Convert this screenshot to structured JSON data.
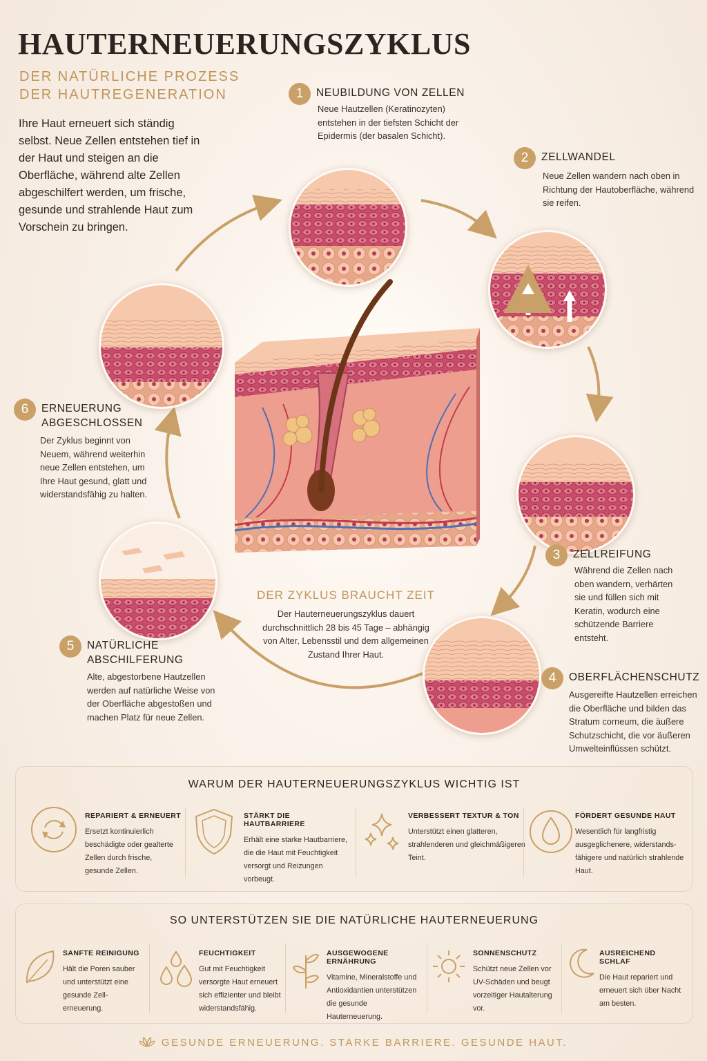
{
  "title": "HAUTERNEUERUNGSZYKLUS",
  "subtitle_line1": "DER NATÜRLICHE PROZESS",
  "subtitle_line2": "DER HAUTREGENERATION",
  "intro": "Ihre Haut erneuert sich ständig selbst. Neue Zellen entstehen tief in der Haut und steigen an die Oberfläche, während alte Zellen abgeschilfert werden, um frische, gesunde und strahlende Haut zum Vorschein zu bringen.",
  "steps": [
    {
      "num": "1",
      "title": "NEUBILDUNG VON ZELLEN",
      "desc": "Neue Hautzellen (Keratinozyten) entstehen in der tiefsten Schicht der Epidermis (der basalen Schicht)."
    },
    {
      "num": "2",
      "title": "ZELLWANDEL",
      "desc": "Neue Zellen wandern nach oben in Richtung der Hautoberfläche, während sie reifen."
    },
    {
      "num": "3",
      "title": "ZELLREIFUNG",
      "desc": "Während die Zellen nach oben wandern, verhärten sie und füllen sich mit Keratin, wodurch eine schützende Barriere entsteht."
    },
    {
      "num": "4",
      "title": "OBERFLÄCHENSCHUTZ",
      "desc": "Ausgereifte Hautzellen erreichen die Oberfläche und bilden das Stratum corneum, die äußere Schutzschicht, die vor äußeren Umwelteinflüssen schützt."
    },
    {
      "num": "5",
      "title_l1": "NATÜRLICHE",
      "title_l2": "ABSCHILFERUNG",
      "desc": "Alte, abgestorbene Hautzellen werden auf natürliche Weise von der Oberfläche abgestoßen und machen Platz für neue Zellen."
    },
    {
      "num": "6",
      "title_l1": "ERNEUERUNG",
      "title_l2": "ABGESCHLOSSEN",
      "desc": "Der Zyklus beginnt von Neuem, während weiterhin neue Zellen entstehen, um Ihre Haut gesund, glatt und widerstandsfähig zu halten."
    }
  ],
  "center": {
    "title": "DER ZYKLUS BRAUCHT ZEIT",
    "desc": "Der Hauterneuerungszyklus dauert durchschnittlich 28 bis 45 Tage – abhängig von Alter, Lebensstil und dem allgemeinen Zustand Ihrer Haut."
  },
  "why": {
    "heading": "WARUM DER HAUTERNEUERUNGSZYKLUS WICHTIG IST",
    "items": [
      {
        "icon": "renew-cycle-icon",
        "title": "REPARIERT & ERNEUERT",
        "desc": "Ersetzt kontinuierlich beschädigte oder gealterte Zellen durch frische, gesunde Zellen."
      },
      {
        "icon": "shield-icon",
        "title": "STÄRKT DIE HAUTBARRIERE",
        "desc": "Erhält eine starke Hautbarriere, die die Haut mit Feuchtigkeit versorgt und Reizungen vorbeugt."
      },
      {
        "icon": "sparkles-icon",
        "title": "VERBESSERT TEXTUR & TON",
        "desc": "Unterstützt einen glatteren, strahlenderen und gleichmäßigeren Teint."
      },
      {
        "icon": "droplet-icon",
        "title": "FÖRDERT GESUNDE HAUT",
        "desc": "Wesentlich für langfristig ausgeglichenere, widerstands-fähigere und natürlich strahlende Haut."
      }
    ]
  },
  "support": {
    "heading": "SO UNTERSTÜTZEN SIE DIE NATÜRLICHE HAUTERNEUERUNG",
    "items": [
      {
        "icon": "leaf-icon",
        "title": "SANFTE REINIGUNG",
        "desc": "Hält die Poren sauber und unterstützt eine gesunde Zell-erneuerung."
      },
      {
        "icon": "water-drops-icon",
        "title": "FEUCHTIGKEIT",
        "desc": "Gut mit Feuchtigkeit versorgte Haut erneuert sich effizienter und bleibt widerstandsfähig."
      },
      {
        "icon": "plant-icon",
        "title": "AUSGEWOGENE ERNÄHRUNG",
        "desc": "Vitamine, Mineralstoffe und Antioxidantien unterstützen die gesunde Hauterneuerung."
      },
      {
        "icon": "sun-icon",
        "title": "SONNENSCHUTZ",
        "desc": "Schützt neue Zellen vor UV-Schäden und beugt vorzeitiger Hautalterung vor."
      },
      {
        "icon": "moon-icon",
        "title": "AUSREICHEND SCHLAF",
        "desc": "Die Haut repariert und erneuert sich über Nacht am besten."
      }
    ]
  },
  "footer": "GESUNDE ERNEUERUNG. STARKE BARRIERE. GESUNDE HAUT.",
  "colors": {
    "gold": "#c9a067",
    "skin_pink": "#d9667c",
    "skin_light": "#f4c3a6",
    "background": "#f8efe6"
  }
}
